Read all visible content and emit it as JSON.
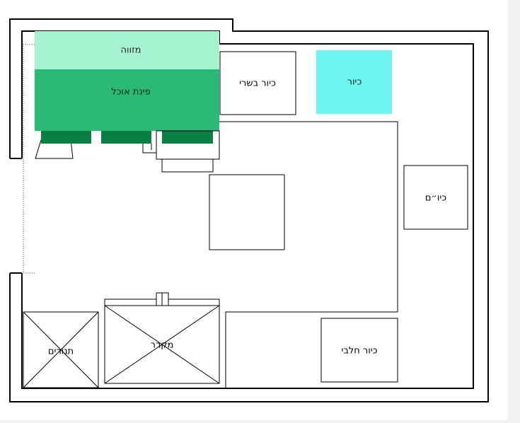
{
  "labels": {
    "pantry": "מזווה",
    "dining_area": "פינת אוכל",
    "meat_sink": "כיור בשרי",
    "sink": "כיור",
    "sinks": "כיו״ם",
    "dairy_sink": "כיור חלבי",
    "stove": "מקרר",
    "ovens": "תנורים"
  },
  "colors": {
    "pantry": "#a5f3d1",
    "dining_area": "#2bba76",
    "dining_chairs": "#0a7f44",
    "sink": "#6ef4ee",
    "walls": "#000000",
    "background": "#ffffff",
    "page": "#f2f2f2"
  }
}
